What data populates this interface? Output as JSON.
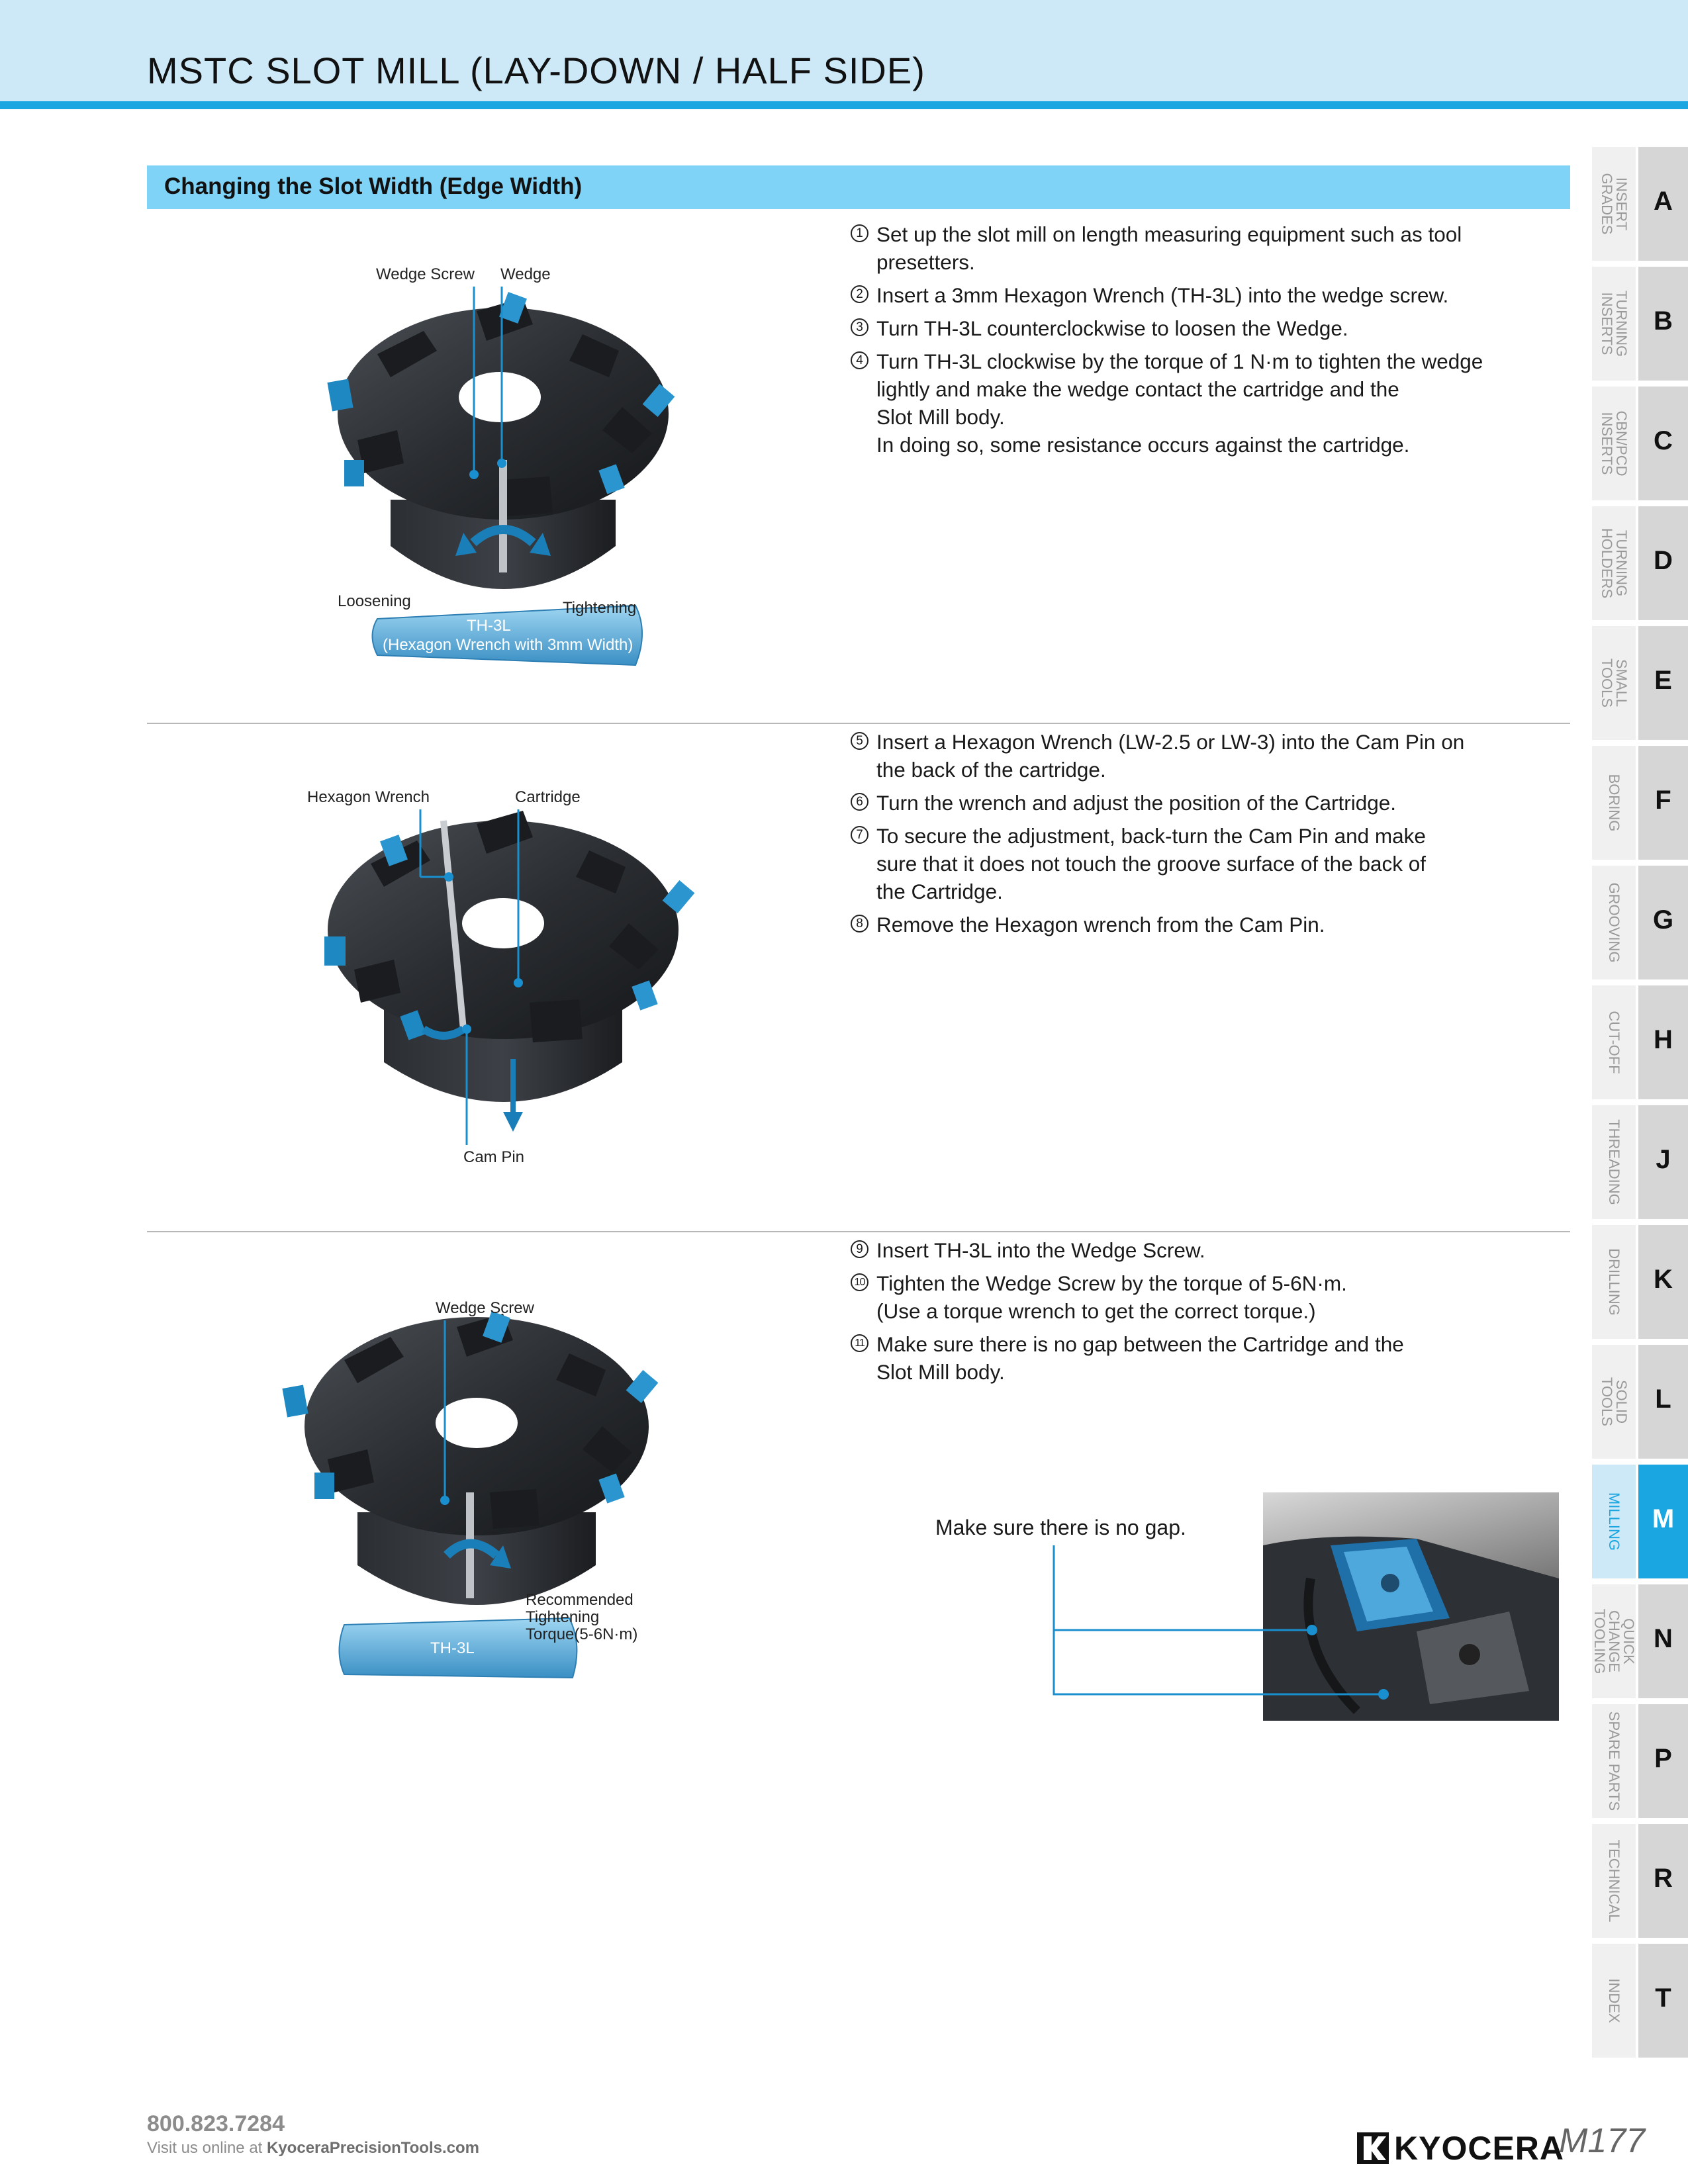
{
  "header": {
    "title": "MSTC SLOT MILL (LAY-DOWN / HALF SIDE)"
  },
  "section": {
    "title": "Changing the Slot Width (Edge Width)"
  },
  "block1": {
    "labels": {
      "wedge_screw": "Wedge Screw",
      "wedge": "Wedge",
      "loosening": "Loosening",
      "tightening": "Tightening",
      "wrench_name": "TH-3L",
      "wrench_desc": "(Hexagon Wrench with 3mm Width)"
    },
    "steps": [
      {
        "num": "1",
        "text": "Set up the slot mill on length measuring equipment such as tool\npresetters."
      },
      {
        "num": "2",
        "text": "Insert a 3mm Hexagon Wrench (TH-3L) into the wedge screw."
      },
      {
        "num": "3",
        "text": "Turn TH-3L counterclockwise to loosen the Wedge."
      },
      {
        "num": "4",
        "text": "Turn TH-3L clockwise by the torque of 1 N·m to tighten the wedge\nlightly and make the wedge contact the cartridge and the\nSlot Mill body.\nIn doing so, some resistance occurs against the cartridge."
      }
    ]
  },
  "block2": {
    "labels": {
      "hexagon_wrench": "Hexagon Wrench",
      "cartridge": "Cartridge",
      "cam_pin": "Cam Pin"
    },
    "steps": [
      {
        "num": "5",
        "text": "Insert a Hexagon Wrench (LW-2.5 or LW-3) into the Cam Pin on\nthe back of the cartridge."
      },
      {
        "num": "6",
        "text": "Turn the wrench and adjust the position of the Cartridge."
      },
      {
        "num": "7",
        "text": "To secure the adjustment, back-turn the Cam Pin and make\nsure that it does not touch the groove surface of the back of\nthe Cartridge."
      },
      {
        "num": "8",
        "text": "Remove the Hexagon wrench from the Cam Pin."
      }
    ]
  },
  "block3": {
    "labels": {
      "wedge_screw": "Wedge Screw",
      "recommended": "Recommended Tightening\nTorque(5-6N·m)",
      "wrench_name": "TH-3L",
      "gap_note": "Make sure there is no gap."
    },
    "steps": [
      {
        "num": "9",
        "text": "Insert  TH-3L into the Wedge Screw."
      },
      {
        "num": "10",
        "text": "Tighten the Wedge Screw by the torque of 5-6N·m.\n(Use a torque wrench to get the correct torque.)"
      },
      {
        "num": "11",
        "text": "Make sure there is no gap between the Cartridge and the\nSlot Mill body."
      }
    ]
  },
  "sidebar": {
    "active_color": "#1aa6e0",
    "tabs": [
      {
        "letter": "A",
        "name": "INSERT\nGRADES"
      },
      {
        "letter": "B",
        "name": "TURNING\nINSERTS"
      },
      {
        "letter": "C",
        "name": "CBN/PCD\nINSERTS"
      },
      {
        "letter": "D",
        "name": "TURNING\nHOLDERS"
      },
      {
        "letter": "E",
        "name": "SMALL\nTOOLS"
      },
      {
        "letter": "F",
        "name": "BORING"
      },
      {
        "letter": "G",
        "name": "GROOVING"
      },
      {
        "letter": "H",
        "name": "CUT-OFF"
      },
      {
        "letter": "J",
        "name": "THREADING"
      },
      {
        "letter": "K",
        "name": "DRILLING"
      },
      {
        "letter": "L",
        "name": "SOLID\nTOOLS"
      },
      {
        "letter": "M",
        "name": "MILLING",
        "active": true
      },
      {
        "letter": "N",
        "name": "QUICK CHANGE\nTOOLING"
      },
      {
        "letter": "P",
        "name": "SPARE PARTS"
      },
      {
        "letter": "R",
        "name": "TECHNICAL"
      },
      {
        "letter": "T",
        "name": "INDEX"
      }
    ]
  },
  "footer": {
    "phone": "800.823.7284",
    "web_prefix": "Visit us online at ",
    "web_url": "KyoceraPrecisionTools.com",
    "brand": "KYOCERA",
    "page": "M177"
  }
}
